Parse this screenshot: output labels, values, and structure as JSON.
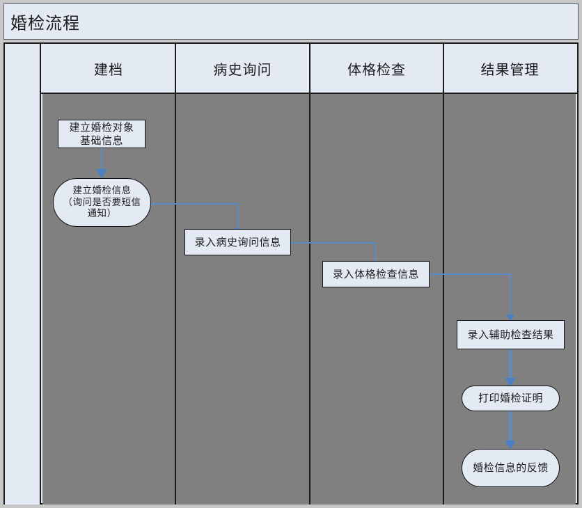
{
  "diagram": {
    "title": "婚检流程",
    "lanes": [
      {
        "label": "建档"
      },
      {
        "label": "病史询问"
      },
      {
        "label": "体格检查"
      },
      {
        "label": "结果管理"
      }
    ],
    "nodes": [
      {
        "id": "n1",
        "shape": "rect",
        "lane": "建档",
        "text": "建立婚检对象\n基础信息"
      },
      {
        "id": "n2",
        "shape": "stadium",
        "lane": "建档",
        "text": "建立婚检信息\n（询问是否要短信\n通知）"
      },
      {
        "id": "n3",
        "shape": "rect",
        "lane": "病史询问",
        "text": "录入病史询问信息"
      },
      {
        "id": "n4",
        "shape": "rect",
        "lane": "体格检查",
        "text": "录入体格检查信息"
      },
      {
        "id": "n5",
        "shape": "rect",
        "lane": "结果管理",
        "text": "录入辅助检查结果"
      },
      {
        "id": "n6",
        "shape": "stadium",
        "lane": "结果管理",
        "text": "打印婚检证明"
      },
      {
        "id": "n7",
        "shape": "stadium",
        "lane": "结果管理",
        "text": "婚检信息的反馈"
      }
    ],
    "edges": [
      {
        "from": "n1",
        "to": "n2"
      },
      {
        "from": "n2",
        "to": "n3"
      },
      {
        "from": "n3",
        "to": "n4"
      },
      {
        "from": "n4",
        "to": "n5"
      },
      {
        "from": "n5",
        "to": "n6"
      },
      {
        "from": "n6",
        "to": "n7"
      }
    ],
    "colors": {
      "page_background": "#c8c8c8",
      "lane_header_fill": "#e4eaf4",
      "lane_body_fill": "#808080",
      "node_fill": "#e4eaf4",
      "node_border": "#111111",
      "connector": "#5b8cc8",
      "frame_border": "#1b1b1b",
      "text": "#1c1c1c"
    }
  }
}
